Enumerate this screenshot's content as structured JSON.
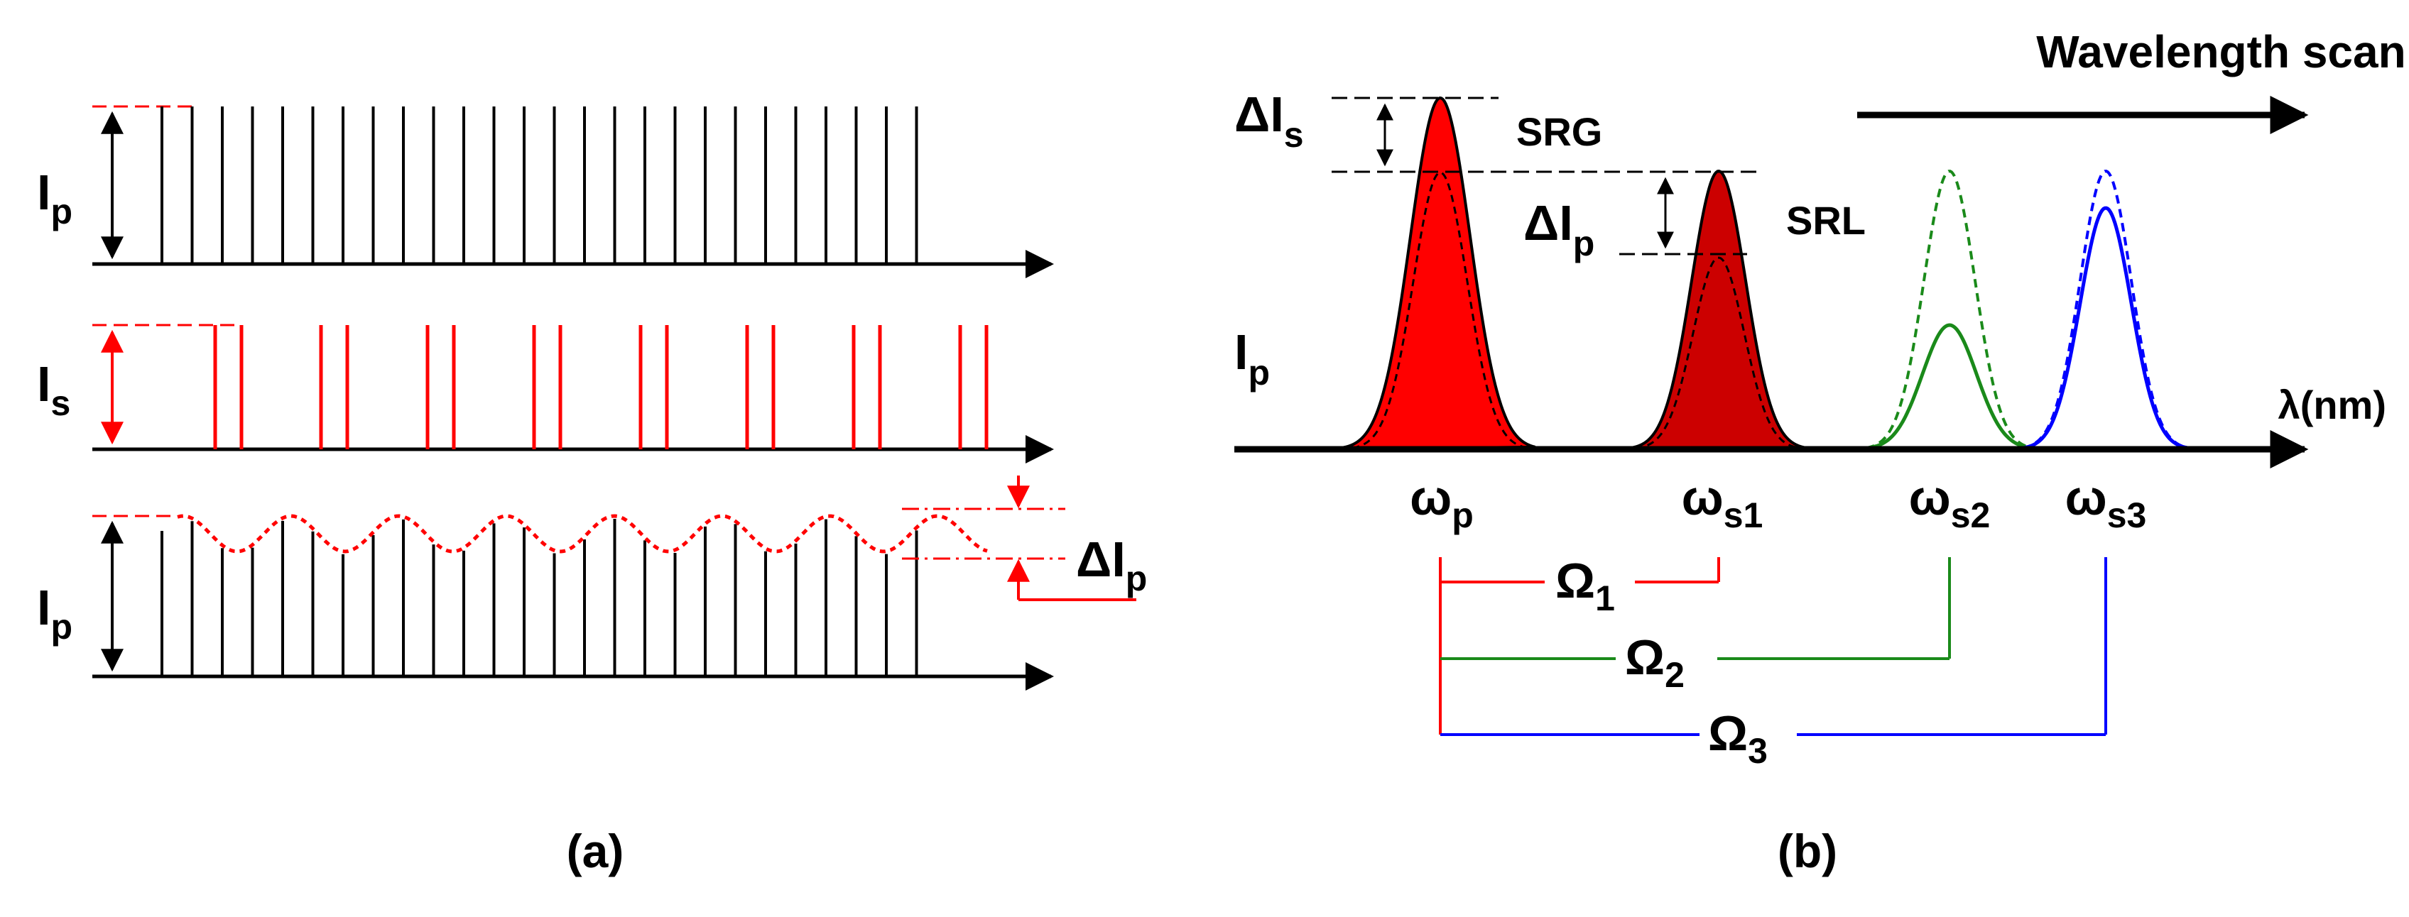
{
  "panel_a": {
    "caption": "(a)",
    "row1": {
      "label": "I",
      "label_sub": "p",
      "pulse_count": 26
    },
    "row2": {
      "label": "I",
      "label_sub": "s",
      "pair_count": 8
    },
    "row3": {
      "label": "I",
      "label_sub": "p",
      "delta_label": "ΔI",
      "delta_sub": "p",
      "pulse_count": 26
    }
  },
  "panel_b": {
    "caption": "(b)",
    "heading": "Wavelength scanning",
    "axis_label": "λ(nm)",
    "intensity_label": "I",
    "intensity_sub": "p",
    "delta_s_label": "ΔI",
    "delta_s_sub": "s",
    "delta_p_label": "ΔI",
    "delta_p_sub": "p",
    "srg_label": "SRG",
    "srl_label": "SRL",
    "freq_labels": [
      {
        "main": "ω",
        "sub": "p"
      },
      {
        "main": "ω",
        "sub": "s1"
      },
      {
        "main": "ω",
        "sub": "s2"
      },
      {
        "main": "ω",
        "sub": "s3"
      }
    ],
    "omega_labels": [
      {
        "main": "Ω",
        "sub": "1"
      },
      {
        "main": "Ω",
        "sub": "2"
      },
      {
        "main": "Ω",
        "sub": "3"
      }
    ]
  },
  "colors": {
    "ink": "#000000",
    "red": "#ff0000",
    "dark_red": "#cc0000",
    "green": "#1a8a1a",
    "blue": "#0000ff"
  }
}
